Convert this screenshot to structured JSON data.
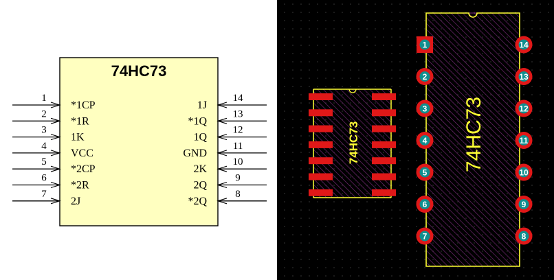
{
  "schematic": {
    "part_name": "74HC73",
    "body_fill": "#ffffc0",
    "left_pins": [
      {
        "num": "1",
        "name": "*1CP",
        "clock": true
      },
      {
        "num": "2",
        "name": "*1R",
        "clock": false
      },
      {
        "num": "3",
        "name": "1K",
        "clock": false
      },
      {
        "num": "4",
        "name": "VCC",
        "clock": false
      },
      {
        "num": "5",
        "name": "*2CP",
        "clock": true
      },
      {
        "num": "6",
        "name": "*2R",
        "clock": false
      },
      {
        "num": "7",
        "name": "2J",
        "clock": false
      }
    ],
    "right_pins": [
      {
        "num": "14",
        "name": "1J",
        "clock": false
      },
      {
        "num": "13",
        "name": "*1Q",
        "clock": false
      },
      {
        "num": "12",
        "name": "1Q",
        "clock": false
      },
      {
        "num": "11",
        "name": "GND",
        "clock": false
      },
      {
        "num": "10",
        "name": "2K",
        "clock": false
      },
      {
        "num": "9",
        "name": "2Q",
        "clock": false
      },
      {
        "num": "8",
        "name": "*2Q",
        "clock": false
      }
    ]
  },
  "smd_footprint": {
    "label": "74HC73",
    "pad_rows": 7
  },
  "dip_footprint": {
    "label": "74HC73",
    "left_pads": [
      "1",
      "2",
      "3",
      "4",
      "5",
      "6",
      "7"
    ],
    "right_pads": [
      "14",
      "13",
      "12",
      "11",
      "10",
      "9",
      "8"
    ]
  },
  "colors": {
    "pcb_background": "#000000",
    "grid_dot": "#3a3a3a",
    "pad": "#e01818",
    "pad_hole": "#0f8f8f",
    "silkscreen": "#ffff33",
    "body_hatch": "#7a2a7a"
  }
}
